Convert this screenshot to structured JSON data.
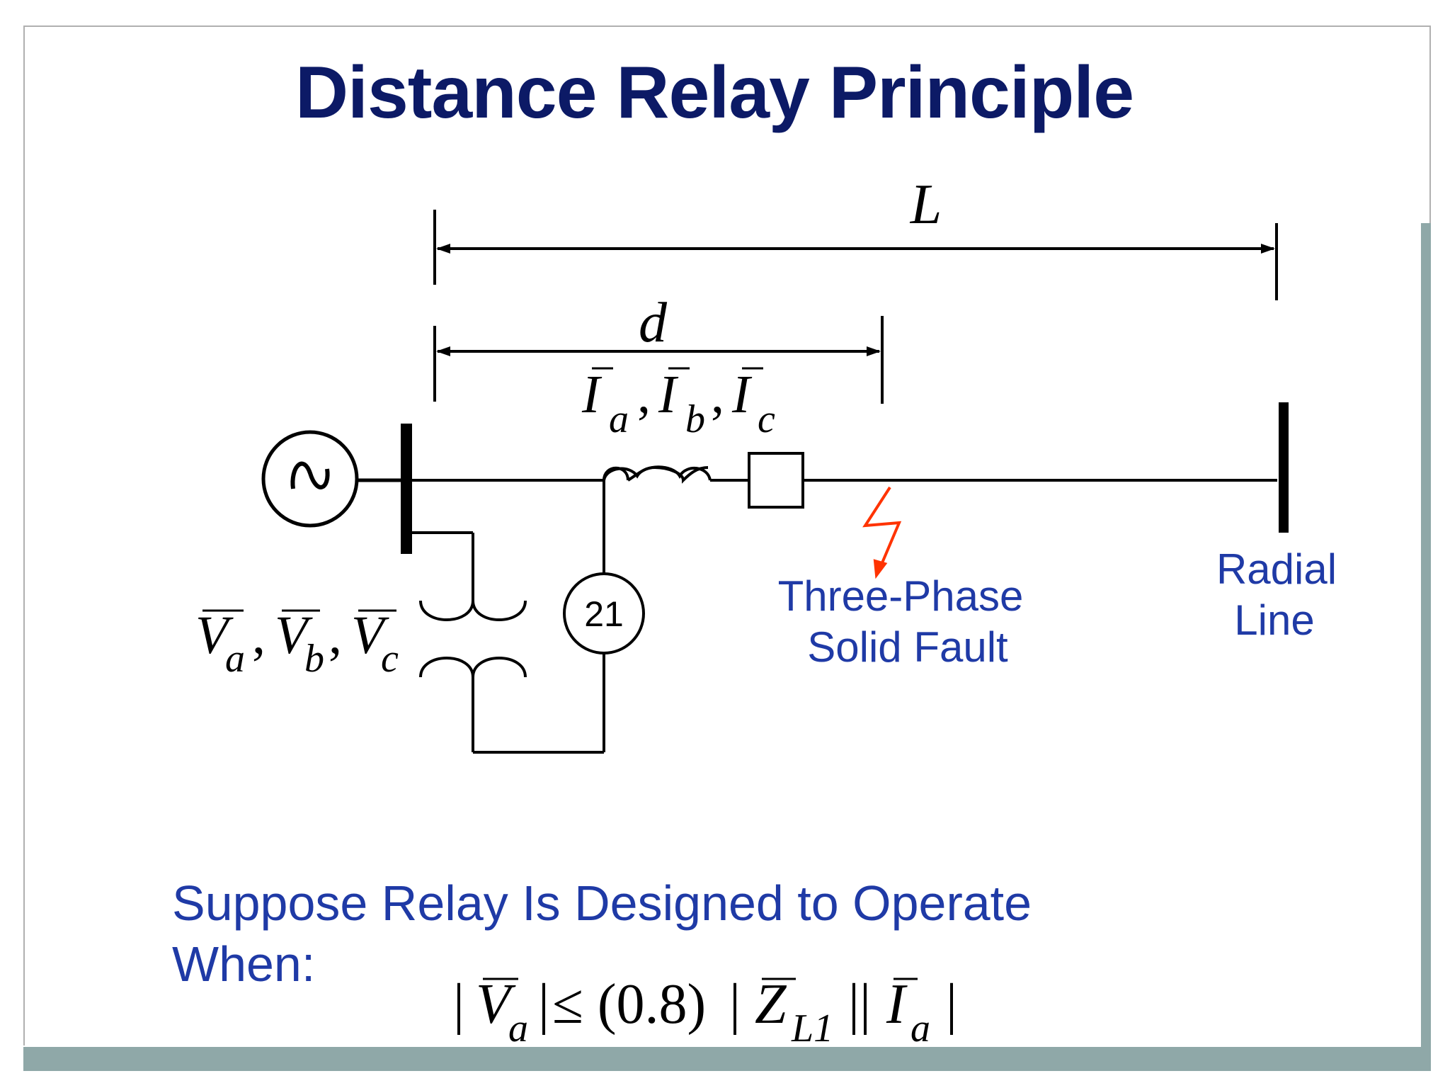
{
  "slide": {
    "title": "Distance Relay Principle",
    "labels": {
      "total_length": "L",
      "fault_distance": "d",
      "relay_number": "21",
      "fault_label_line1": "Three-Phase",
      "fault_label_line2": "Solid Fault",
      "line_label_line1": "Radial",
      "line_label_line2": "Line"
    },
    "current_symbols": [
      "I",
      "a",
      "I",
      "b",
      "I",
      "c"
    ],
    "voltage_symbols": [
      "V",
      "a",
      "V",
      "b",
      "V",
      "c"
    ],
    "operating_condition_text": "Suppose Relay Is Designed to Operate When:",
    "equation": {
      "lhs_var": "V",
      "lhs_sub": "a",
      "relation": "≤ (0.8)",
      "impedance_var": "Z",
      "impedance_sub": "L1",
      "current_var": "I",
      "current_sub": "a"
    },
    "colors": {
      "title": "#0c1a66",
      "text_blue": "#1f3aa6",
      "fault_arrow": "#ff3300",
      "shadow": "#8fa8a8"
    }
  }
}
